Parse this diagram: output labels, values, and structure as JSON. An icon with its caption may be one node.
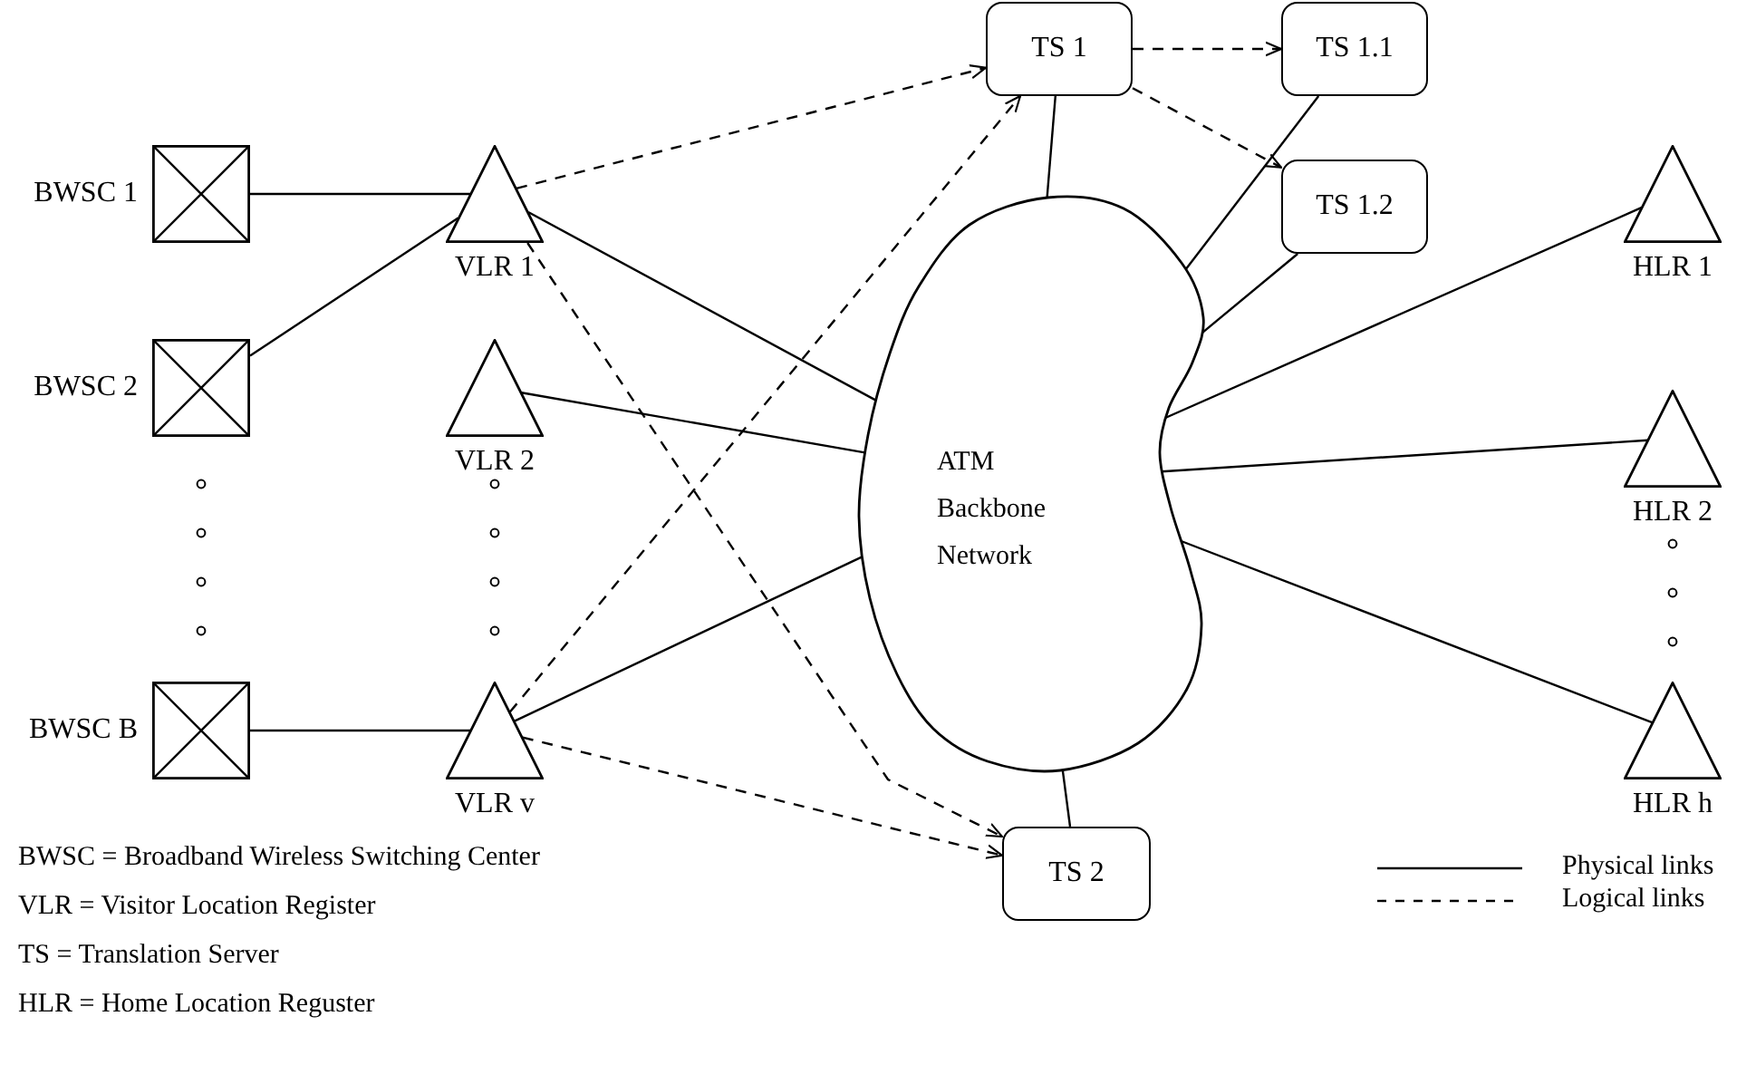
{
  "diagram": {
    "nodes": [
      {
        "text": [
          "BWSC 1"
        ]
      },
      {
        "text": [
          "BWSC 2"
        ]
      },
      {
        "text": [
          "BWSC B"
        ]
      },
      {
        "text": [
          "VLR 1"
        ]
      },
      {
        "text": [
          "VLR 2"
        ]
      },
      {
        "text": [
          "VLR v"
        ]
      },
      {
        "text": [
          "TS 1"
        ]
      },
      {
        "text": [
          "TS 1.1"
        ]
      },
      {
        "text": [
          "TS 1.2"
        ]
      },
      {
        "text": [
          "ATM Backbone Network"
        ]
      },
      {
        "text": [
          "TS 2"
        ]
      },
      {
        "text": [
          "HLR 1"
        ]
      },
      {
        "text": [
          "HLR 2"
        ]
      },
      {
        "text": [
          "HLR h"
        ]
      }
    ],
    "edges": [
      {
        "from": 0,
        "to": 3,
        "arrow": "none"
      },
      {
        "from": 1,
        "to": 3,
        "arrow": "none"
      },
      {
        "from": 2,
        "to": 5,
        "arrow": "none"
      },
      {
        "from": 3,
        "to": 9,
        "arrow": "none"
      },
      {
        "from": 4,
        "to": 9,
        "arrow": "none"
      },
      {
        "from": 5,
        "to": 9,
        "arrow": "none"
      },
      {
        "from": 6,
        "to": 9,
        "arrow": "none"
      },
      {
        "from": 7,
        "to": 9,
        "arrow": "none"
      },
      {
        "from": 8,
        "to": 9,
        "arrow": "none"
      },
      {
        "from": 9,
        "to": 11,
        "arrow": "none"
      },
      {
        "from": 9,
        "to": 12,
        "arrow": "none"
      },
      {
        "from": 9,
        "to": 13,
        "arrow": "none"
      },
      {
        "from": 9,
        "to": 10,
        "arrow": "none"
      },
      {
        "from": 3,
        "to": 6,
        "arrow": "to",
        "style": "dashed"
      },
      {
        "from": 3,
        "to": 10,
        "arrow": "to",
        "style": "dashed"
      },
      {
        "from": 5,
        "to": 6,
        "arrow": "to",
        "style": "dashed"
      },
      {
        "from": 5,
        "to": 10,
        "arrow": "to",
        "style": "dashed"
      },
      {
        "from": 6,
        "to": 7,
        "arrow": "to",
        "style": "dashed"
      },
      {
        "from": 6,
        "to": 8,
        "arrow": "to",
        "style": "dashed"
      }
    ],
    "labels": [
      "BWSC = Broadband Wireless Switching Center",
      "VLR = Visitor Location Register",
      "TS = Translation Server",
      "HLR = Home Location Reguster"
    ],
    "legend": [
      {
        "text": "Physical links"
      },
      {
        "text": "Logical links"
      }
    ]
  }
}
